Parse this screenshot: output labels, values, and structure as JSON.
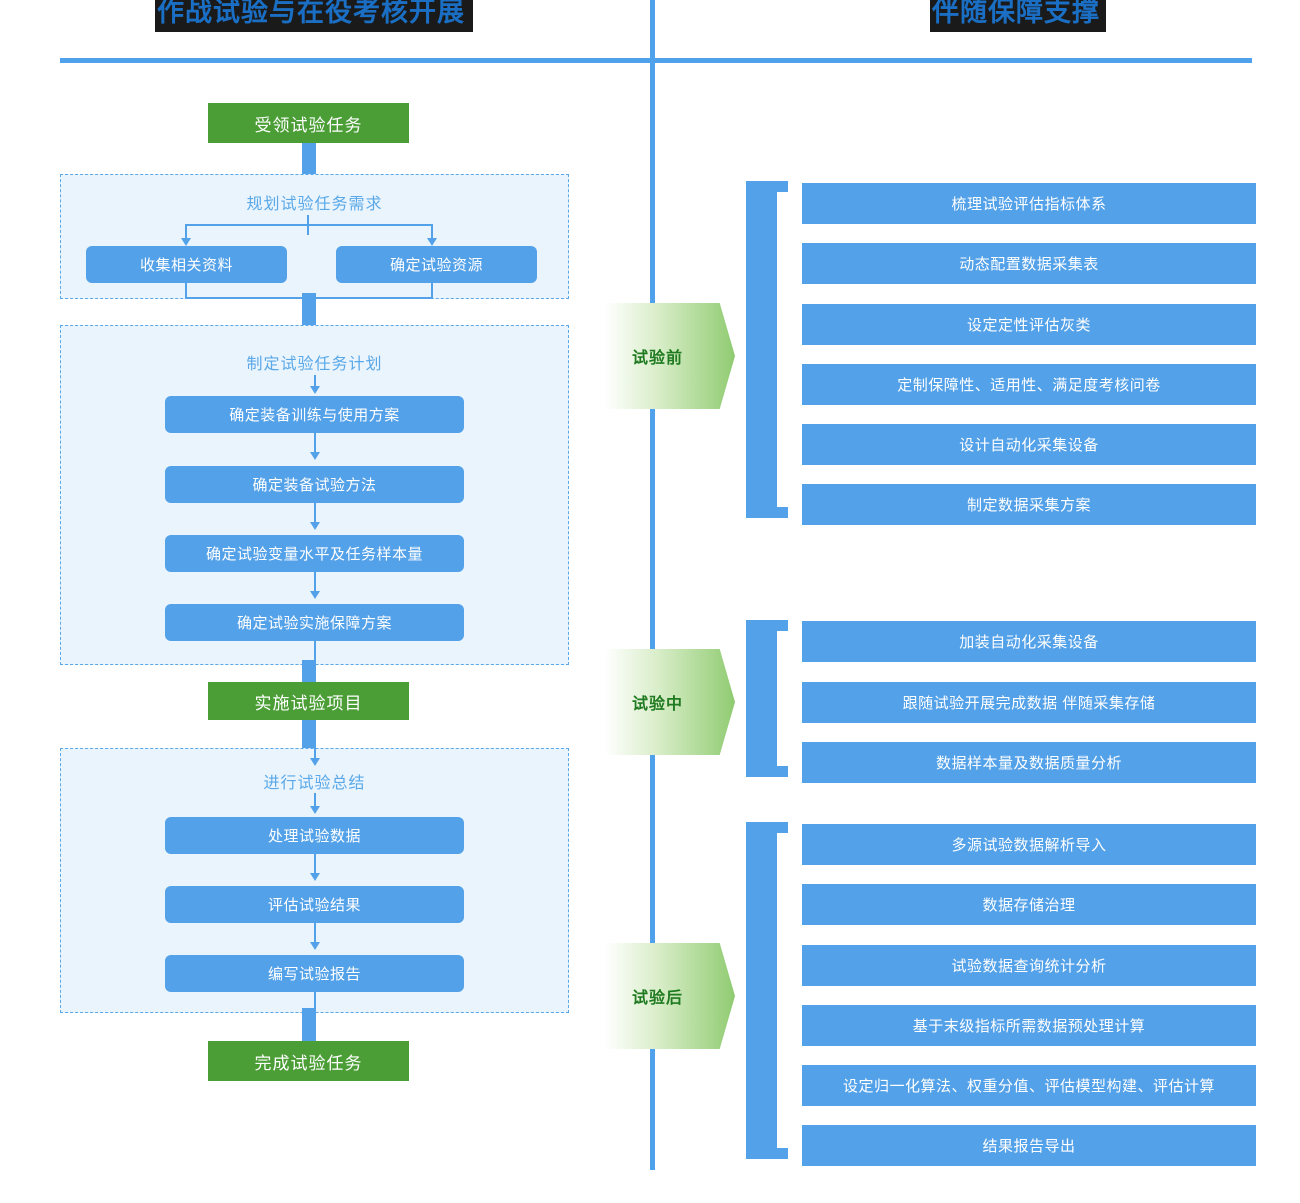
{
  "titles": {
    "left": "作战试验与在役考核开展",
    "right": "伴随保障支撑"
  },
  "colors": {
    "blue_box": "#53a1e8",
    "green_box": "#4a9e35",
    "title_blue": "#1a6fc4",
    "group_fill": "#eaf4fd",
    "group_border": "#5aa8e8",
    "phase_green": "#8cc96e",
    "phase_text": "#1f7a20"
  },
  "left_flow": {
    "start_node": "受领试验任务",
    "mid_node": "实施试验项目",
    "end_node": "完成试验任务",
    "groups": [
      {
        "title": "规划试验任务需求",
        "branch": [
          "收集相关资料",
          "确定试验资源"
        ]
      },
      {
        "title": "制定试验任务计划",
        "steps": [
          "确定装备训练与使用方案",
          "确定装备试验方法",
          "确定试验变量水平及任务样本量",
          "确定试验实施保障方案"
        ]
      },
      {
        "title": "进行试验总结",
        "steps": [
          "处理试验数据",
          "评估试验结果",
          "编写试验报告"
        ]
      }
    ]
  },
  "right_flow": {
    "phases": [
      {
        "label": "试验前",
        "items": [
          "梳理试验评估指标体系",
          "动态配置数据采集表",
          "设定定性评估灰类",
          "定制保障性、适用性、满足度考核问卷",
          "设计自动化采集设备",
          "制定数据采集方案"
        ]
      },
      {
        "label": "试验中",
        "items": [
          "加装自动化采集设备",
          "跟随试验开展完成数据 伴随采集存储",
          "数据样本量及数据质量分析"
        ]
      },
      {
        "label": "试验后",
        "items": [
          "多源试验数据解析导入",
          "数据存储治理",
          "试验数据查询统计分析",
          "基于末级指标所需数据预处理计算",
          "设定归一化算法、权重分值、评估模型构建、评估计算",
          "结果报告导出"
        ]
      }
    ]
  }
}
